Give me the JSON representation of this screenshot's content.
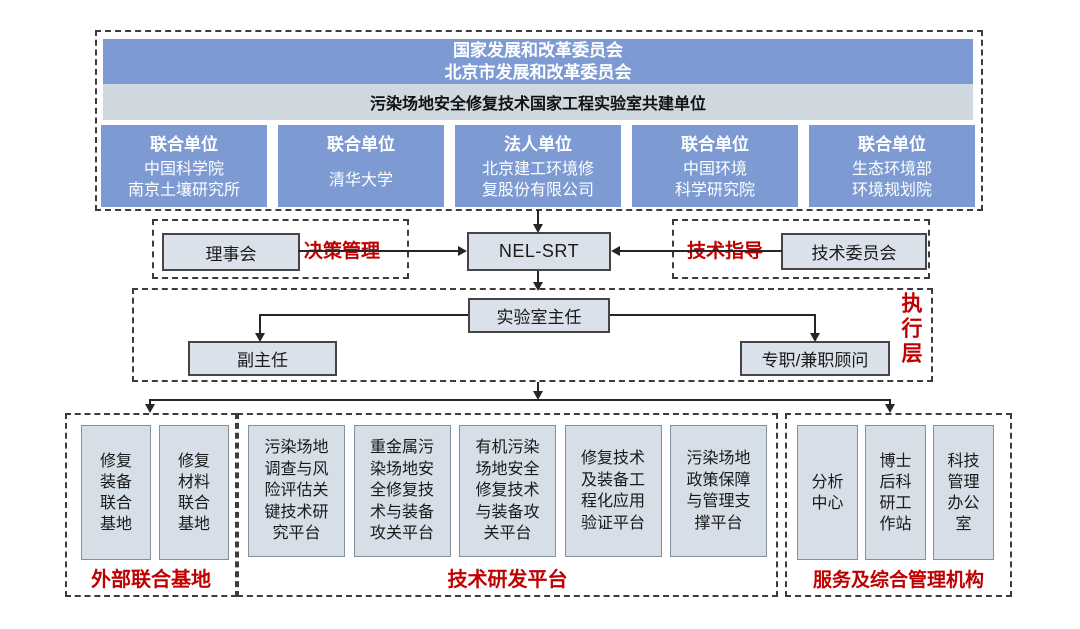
{
  "colors": {
    "blue": "#7d9bd2",
    "band": "#cfd8df",
    "box-fill": "#dae1ea",
    "box-fill2": "#d6dee7",
    "red": "#c00000",
    "line": "#262626"
  },
  "top": {
    "header": "国家发展和改革委员会\n北京市发展和改革委员会",
    "band": "污染场地安全修复技术国家工程实验室共建单位",
    "units": [
      {
        "role": "联合单位",
        "name": "中国科学院\n南京土壤研究所"
      },
      {
        "role": "联合单位",
        "name": "清华大学"
      },
      {
        "role": "法人单位",
        "name": "北京建工环境修\n复股份有限公司"
      },
      {
        "role": "联合单位",
        "name": "中国环境\n科学研究院"
      },
      {
        "role": "联合单位",
        "name": "生态环境部\n环境规划院"
      }
    ]
  },
  "middle": {
    "council": "理事会",
    "decision_label": "决策管理",
    "center": "NEL-SRT",
    "guidance_label": "技术指导",
    "committee": "技术委员会"
  },
  "executive": {
    "director": "实验室主任",
    "deputy": "副主任",
    "advisor": "专职/兼职顾问",
    "layer_label": "执行层"
  },
  "bottom": {
    "left": {
      "label": "外部联合基地",
      "boxes": [
        "修复\n装备\n联合\n基地",
        "修复\n材料\n联合\n基地"
      ]
    },
    "mid": {
      "label": "技术研发平台",
      "boxes": [
        "污染场地\n调查与风\n险评估关\n键技术研\n究平台",
        "重金属污\n染场地安\n全修复技\n术与装备\n攻关平台",
        "有机污染\n场地安全\n修复技术\n与装备攻\n关平台",
        "修复技术\n及装备工\n程化应用\n验证平台",
        "污染场地\n政策保障\n与管理支\n撑平台"
      ]
    },
    "right": {
      "label": "服务及综合管理机构",
      "boxes": [
        "分析\n中心",
        "博士\n后科\n研工\n作站",
        "科技\n管理\n办公\n室"
      ]
    }
  }
}
